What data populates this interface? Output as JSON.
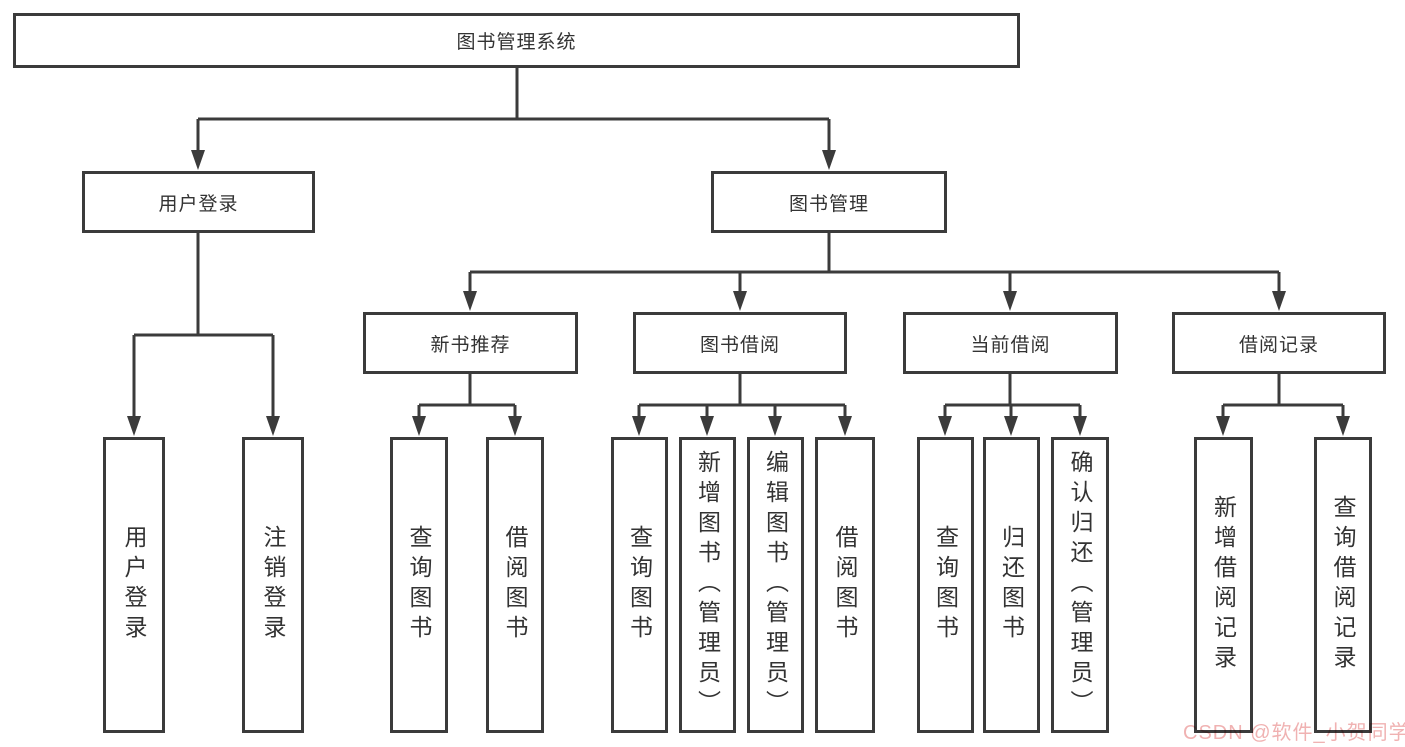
{
  "diagram": {
    "root": "图书管理系统",
    "level2": {
      "user_login": "用户登录",
      "book_management": "图书管理"
    },
    "level3": {
      "new_book_recommend": "新书推荐",
      "book_borrow": "图书借阅",
      "current_borrow": "当前借阅",
      "borrow_record": "借阅记录"
    },
    "leaves": {
      "user_login": [
        "用户登录",
        "注销登录"
      ],
      "new_book_recommend": [
        "查询图书",
        "借阅图书"
      ],
      "book_borrow": [
        "查询图书",
        "新增图书（管理员）",
        "编辑图书（管理员）",
        "借阅图书"
      ],
      "current_borrow": [
        "查询图书",
        "归还图书",
        "确认归还（管理员）"
      ],
      "borrow_record": [
        "新增借阅记录",
        "查询借阅记录"
      ]
    }
  },
  "watermark": {
    "text": "CSDN @软件_小贺同学"
  },
  "colors": {
    "line": "#3b3b3b",
    "box_border": "#3b3b3b",
    "text": "#333333",
    "watermark": "#f0b2b2",
    "background": "#ffffff"
  }
}
